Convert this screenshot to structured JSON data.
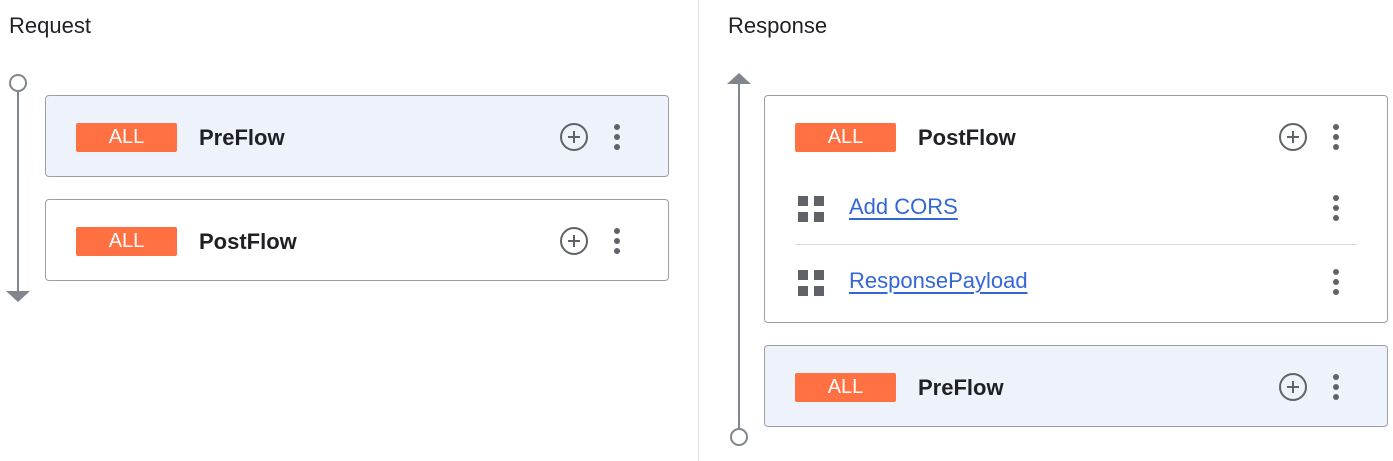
{
  "request": {
    "title": "Request",
    "flows": [
      {
        "badge": "ALL",
        "name": "PreFlow"
      },
      {
        "badge": "ALL",
        "name": "PostFlow"
      }
    ]
  },
  "response": {
    "title": "Response",
    "flows": [
      {
        "badge": "ALL",
        "name": "PostFlow",
        "policies": [
          "Add CORS",
          "ResponsePayload"
        ]
      },
      {
        "badge": "ALL",
        "name": "PreFlow"
      }
    ]
  },
  "colors": {
    "badge": "#ff7043",
    "link": "#3367d6",
    "highlight_card": "#eef2fb"
  }
}
